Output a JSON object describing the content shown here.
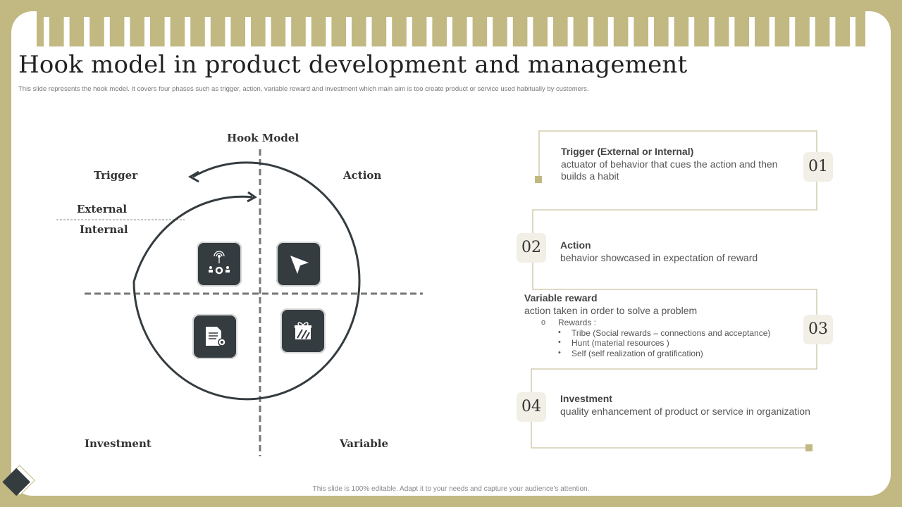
{
  "header": {
    "title": "Hook model in product development and management",
    "subtitle": "This slide represents the hook model.  It covers four phases such as trigger, action, variable reward and investment which main aim  is too create product or service used habitually by customers."
  },
  "diagram": {
    "heading": "Hook Model",
    "quadrants": {
      "top_left": "Trigger",
      "top_right": "Action",
      "bottom_left": "Investment",
      "bottom_right": "Variable"
    },
    "trigger_split": {
      "upper": "External",
      "lower": "Internal"
    },
    "icons": [
      "broadcast-team-icon",
      "cursor-arrow-icon",
      "document-coin-icon",
      "gift-box-icon"
    ]
  },
  "steps": [
    {
      "number": "01",
      "title": "Trigger (External or Internal)",
      "description": "actuator of behavior that cues the action and then builds a habit"
    },
    {
      "number": "02",
      "title": "Action",
      "description": "behavior showcased in expectation of reward"
    },
    {
      "number": "03",
      "title": "Variable reward",
      "description": "action taken in order to solve a problem",
      "sub_heading": "Rewards  :",
      "sub_bullet": "o",
      "bullet_mark": "•",
      "items": [
        "Tribe (Social rewards – connections and acceptance)",
        "Hunt (material resources )",
        "Self (self realization of gratification)"
      ]
    },
    {
      "number": "04",
      "title": "Investment",
      "description": "quality enhancement of product or service in organization"
    }
  ],
  "footer": {
    "text": "This slide is 100% editable.  Adapt it to your needs and capture your audience's attention."
  },
  "colors": {
    "accent": "#c2b882",
    "tile": "#353c40",
    "number_bg": "#f1efe6"
  }
}
